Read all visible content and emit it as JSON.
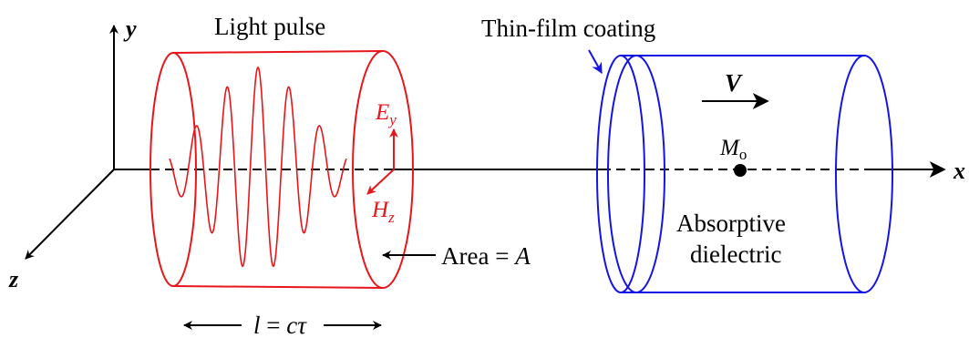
{
  "labels": {
    "y_axis": "y",
    "z_axis": "z",
    "x_axis": "x",
    "light_pulse": "Light pulse",
    "thin_film": "Thin-film coating",
    "velocity": "V",
    "e_field_main": "E",
    "e_field_sub": "y",
    "h_field_main": "H",
    "h_field_sub": "z",
    "mass_main": "M",
    "mass_sub": "o",
    "area_text": "Area = ",
    "area_sym": "A",
    "absorptive_line1": "Absorptive",
    "absorptive_line2": "dielectric",
    "length_l": "l",
    "length_eq": " = ",
    "length_c": "c",
    "length_tau": "τ"
  },
  "colors": {
    "pulse": "#e8161b",
    "dielectric": "#1414e6",
    "axes": "#000000"
  }
}
